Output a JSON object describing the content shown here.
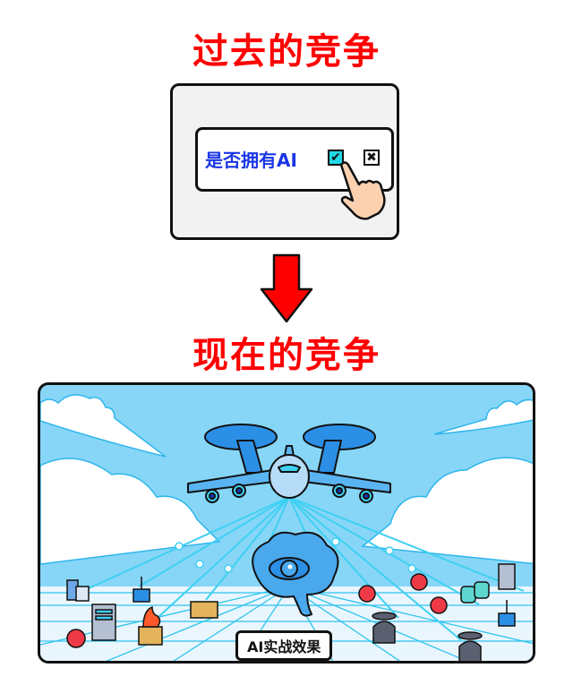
{
  "top": {
    "title": "过去的竞争",
    "question_label": "是否拥有AI",
    "checkbox_yes": "✔",
    "checkbox_no": "✖",
    "checkbox_yes_color": "#22d8e6"
  },
  "arrow": {
    "icon": "down-arrow-icon",
    "color": "#ff0000"
  },
  "bottom": {
    "title": "现在的竞争",
    "result_label": "AI实战效果",
    "sky_color": "#87d6f7",
    "grid_color": "#2ec4ee",
    "icons": [
      "awacs-plane-icon",
      "ai-brain-eye-icon",
      "server-icon",
      "document-icon",
      "antenna-icon",
      "firewall-icon",
      "brick-wall-icon",
      "skull-icon",
      "hacker-icon",
      "database-icon"
    ]
  },
  "colors": {
    "title_red": "#ff0000",
    "question_blue": "#1a36e6",
    "panel_bg": "#f2f2f2"
  }
}
